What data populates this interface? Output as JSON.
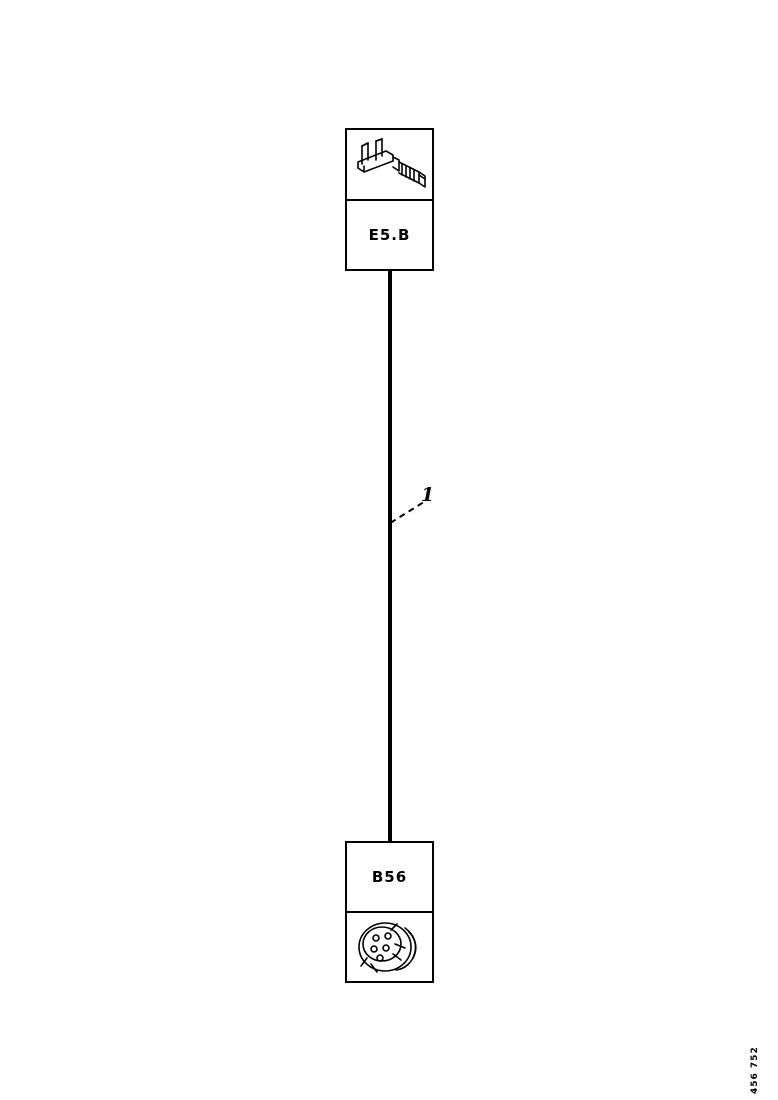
{
  "colors": {
    "ink": "#000000",
    "background": "#ffffff"
  },
  "top_connector_box": {
    "label": "E5.B",
    "icon": "crimp-terminal-drawing"
  },
  "wire": {
    "annotation_label": "1"
  },
  "bottom_connector_box": {
    "label": "B56",
    "icon": "round-connector-drawing"
  },
  "corner_note": {
    "text": "456 752"
  }
}
